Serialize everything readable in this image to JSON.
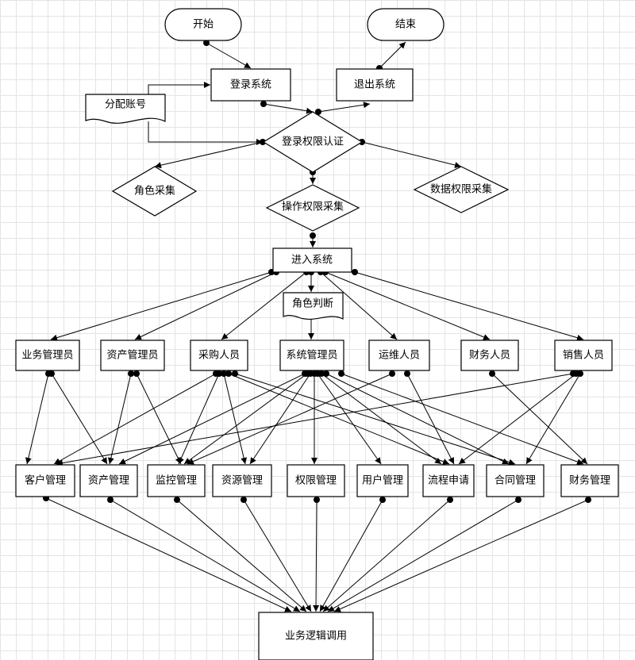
{
  "nodes": {
    "start": "开始",
    "end": "结束",
    "login": "登录系统",
    "logout": "退出系统",
    "assign_account": "分配账号",
    "auth": "登录权限认证",
    "role_collect": "角色采集",
    "data_perm_collect": "数据权限采集",
    "op_perm_collect": "操作权限采集",
    "enter": "进入系统",
    "role_judge": "角色判断",
    "role_biz_admin": "业务管理员",
    "role_asset_admin": "资产管理员",
    "role_purchaser": "采购人员",
    "role_sys_admin": "系统管理员",
    "role_ops": "运维人员",
    "role_finance": "财务人员",
    "role_sales": "销售人员",
    "mod_customer": "客户管理",
    "mod_asset": "资产管理",
    "mod_monitor": "监控管理",
    "mod_resource": "资源管理",
    "mod_permission": "权限管理",
    "mod_user": "用户管理",
    "mod_workflow": "流程申请",
    "mod_contract": "合同管理",
    "mod_finance": "财务管理",
    "business_logic": "业务逻辑调用"
  }
}
